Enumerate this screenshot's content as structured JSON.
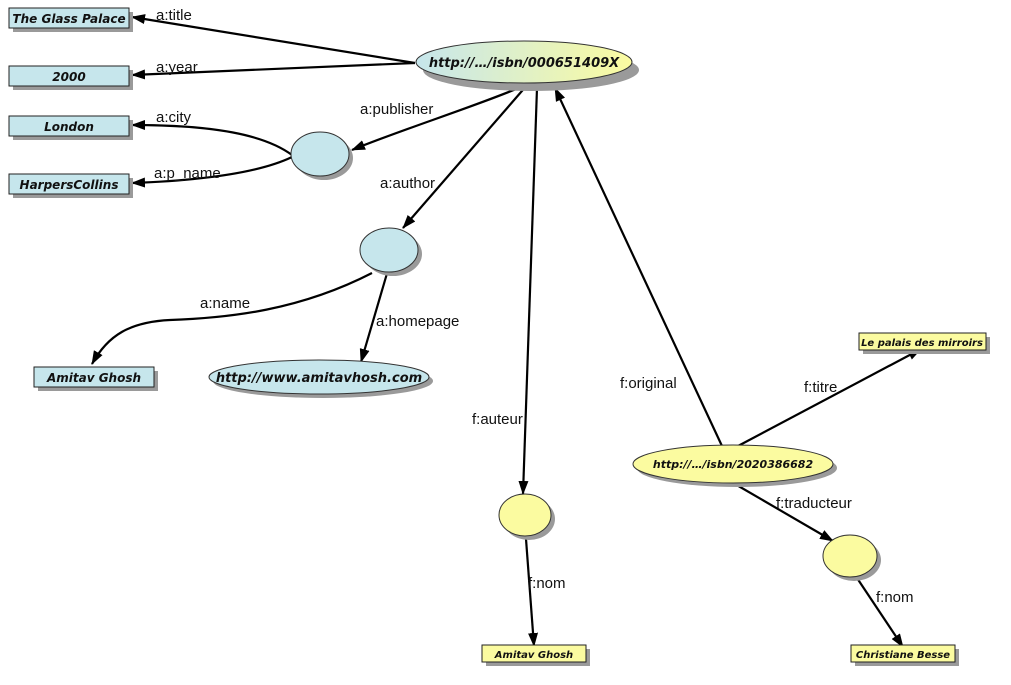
{
  "colors": {
    "blue_fill": "#c6e6ec",
    "yellow_fill": "#fbfba0",
    "edge": "#000000",
    "shadow": "#9a9a9a"
  },
  "literals": {
    "glass_palace": "The Glass Palace",
    "year_2000": "2000",
    "london": "London",
    "harpers": "HarpersCollins",
    "amitav_en": "Amitav Ghosh",
    "palais": "Le palais des mirroirs",
    "amitav_fr": "Amitav Ghosh",
    "christiane": "Christiane Besse"
  },
  "resources": {
    "isbn_en": "http://…/isbn/000651409X",
    "homepage": "http://www.amitavhosh.com",
    "isbn_fr": "http://…/isbn/2020386682"
  },
  "edges": {
    "a_title": "a:title",
    "a_year": "a:year",
    "a_publisher": "a:publisher",
    "a_city": "a:city",
    "a_p_name": "a:p_name",
    "a_author": "a:author",
    "a_name": "a:name",
    "a_homepage": "a:homepage",
    "f_auteur": "f:auteur",
    "f_original": "f:original",
    "f_titre": "f:titre",
    "f_traducteur": "f:traducteur",
    "f_nom_1": "f:nom",
    "f_nom_2": "f:nom"
  }
}
